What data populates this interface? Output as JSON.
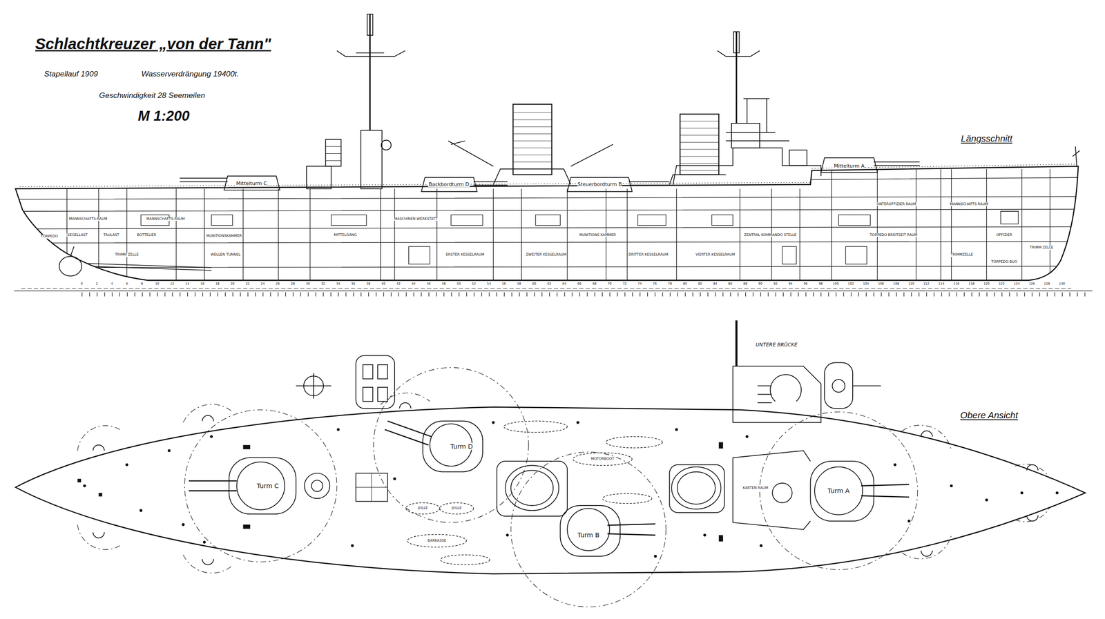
{
  "diagram": {
    "title": "Schlachtkreuzer „von der Tann\"",
    "labels": [
      "Stapellauf 1909",
      "Wasserverdrängung 19400t.",
      "Geschwindigkeit 28 Seemeilen",
      "M 1:200",
      "Längsschnitt",
      "Obere Ansicht",
      "Mittelturm C",
      "Backbordturm D",
      "Steuerbordturm B",
      "Mittelturm A",
      "MANNSCHAFTS-RAUM",
      "MANNSCHAFTS-RAUM",
      "SEGELLAST",
      "TAULAST",
      "BOTTELIER",
      "TORPEDO",
      "TRIMM ZELLE",
      "MUNITIONSKAMMER",
      "WELLEN TUNNEL",
      "MITTELGANG",
      "MASCHINEN WERKSTATT",
      "ERSTER KESSELRAUM",
      "ZWEITER KESSELRAUM",
      "MUNITIONS KAMMER",
      "DRITTER KESSELRAUM",
      "VIERTER KESSELRAUM",
      "ZENTRAL KOMMANDO STELLE",
      "UNTEROFFIZIER RAUM",
      "MANNSCHAFTS RAUM",
      "TORPEDO BREITSEIT RAUM",
      "OFFIZIER",
      "TRIMMZELLE",
      "TORPEDO BUG",
      "TRIMM ZELLE",
      "Turm C",
      "Turm D",
      "Turm B",
      "Turm A",
      "UNTERE BRÜCKE",
      "KARTEN RAUM",
      "MOTORBOOT",
      "JOLLE",
      "JOLLE",
      "BARKASSE",
      "0",
      "2",
      "4",
      "6",
      "8",
      "10",
      "12",
      "14",
      "16",
      "18",
      "20",
      "22",
      "24",
      "26",
      "28",
      "30",
      "32",
      "34",
      "36",
      "38",
      "40",
      "42",
      "44",
      "46",
      "48",
      "50",
      "52",
      "54",
      "56",
      "58",
      "60",
      "62",
      "64",
      "66",
      "68",
      "70",
      "72",
      "74",
      "76",
      "78",
      "80",
      "82",
      "84",
      "86",
      "88",
      "90",
      "92",
      "94",
      "96",
      "98",
      "100",
      "102",
      "104",
      "106",
      "108",
      "110",
      "112",
      "114",
      "116",
      "118",
      "120",
      "122",
      "124",
      "126",
      "128",
      "130"
    ]
  }
}
